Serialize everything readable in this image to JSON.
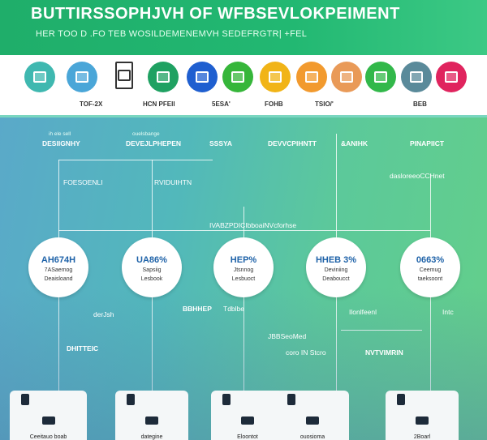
{
  "header": {
    "title": "BUTTIRSSOPHJVH OF WFBSEVLOKPEIMENT",
    "subtitle": "HER TOO D .FO TEB WOSILDEMENEMVH SEDEFRGTR| +FEL"
  },
  "icon_strip": {
    "icons": [
      {
        "name": "team-icon",
        "color": "#3fb8b0"
      },
      {
        "name": "browser-icon",
        "color": "#4aa6d8"
      },
      {
        "name": "document-icon",
        "color": "#ffffff"
      },
      {
        "name": "layout-icon",
        "color": "#1fa162"
      },
      {
        "name": "window-icon",
        "color": "#1f5fd0"
      },
      {
        "name": "image-icon",
        "color": "#36b63a"
      },
      {
        "name": "note-icon",
        "color": "#f1b417"
      },
      {
        "name": "page-icon",
        "color": "#f29a2e"
      },
      {
        "name": "calendar-icon",
        "color": "#e99a58"
      },
      {
        "name": "chart-icon",
        "color": "#32b84a"
      },
      {
        "name": "grid-icon",
        "color": "#5a8a9a"
      },
      {
        "name": "card-icon",
        "color": "#e0245e"
      }
    ],
    "labels": [
      "TOF-2X",
      "HCN PFEIl",
      "5ESA'",
      "FOHB",
      "TSIO/'",
      "BEB"
    ]
  },
  "flow": {
    "top_labels": [
      {
        "small": "ih ele sell",
        "label": "DESIIGNHY"
      },
      {
        "small": "ouelsbange",
        "label": "DEVEJLPHEPEN"
      },
      {
        "small": "",
        "label": "SSSYA"
      },
      {
        "small": "",
        "label": "DEVVCPIHNTT"
      },
      {
        "small": "",
        "label": "&ANIHK"
      },
      {
        "small": "",
        "label": "PINAPIICT"
      }
    ],
    "mid_labels": [
      "FOESOENLI",
      "RVIDUIHTN",
      "IVABZPDICIbboaiNVcforhse",
      "dasloreeoCCHnet"
    ],
    "circles": [
      {
        "value": "AH674H",
        "line1": "7ASaemog",
        "line2": "Deaisloand"
      },
      {
        "value": "UA86%",
        "line1": "Sapsiig",
        "line2": "Lesbook"
      },
      {
        "value": "HEP%",
        "line1": "Jtsnnog",
        "line2": "Lesbuoct"
      },
      {
        "value": "HHEB 3%",
        "line1": "Deviniing",
        "line2": "Deaboucct"
      },
      {
        "value": "0663%",
        "line1": "Ceemug",
        "line2": "taeksoont"
      }
    ],
    "lower_labels": [
      "derJsh",
      "DHITTEIC",
      "BBHHEP",
      "Tdblbe",
      "JBBSeoMed",
      "coro IN Stcro",
      "Ilonlfeenl",
      "Intc",
      "NVTVIMRIN"
    ],
    "bottom_labels": [
      "Ceeitauo boab",
      "dategine",
      "Eloontot",
      "ouosioma",
      "2Boarl"
    ]
  }
}
